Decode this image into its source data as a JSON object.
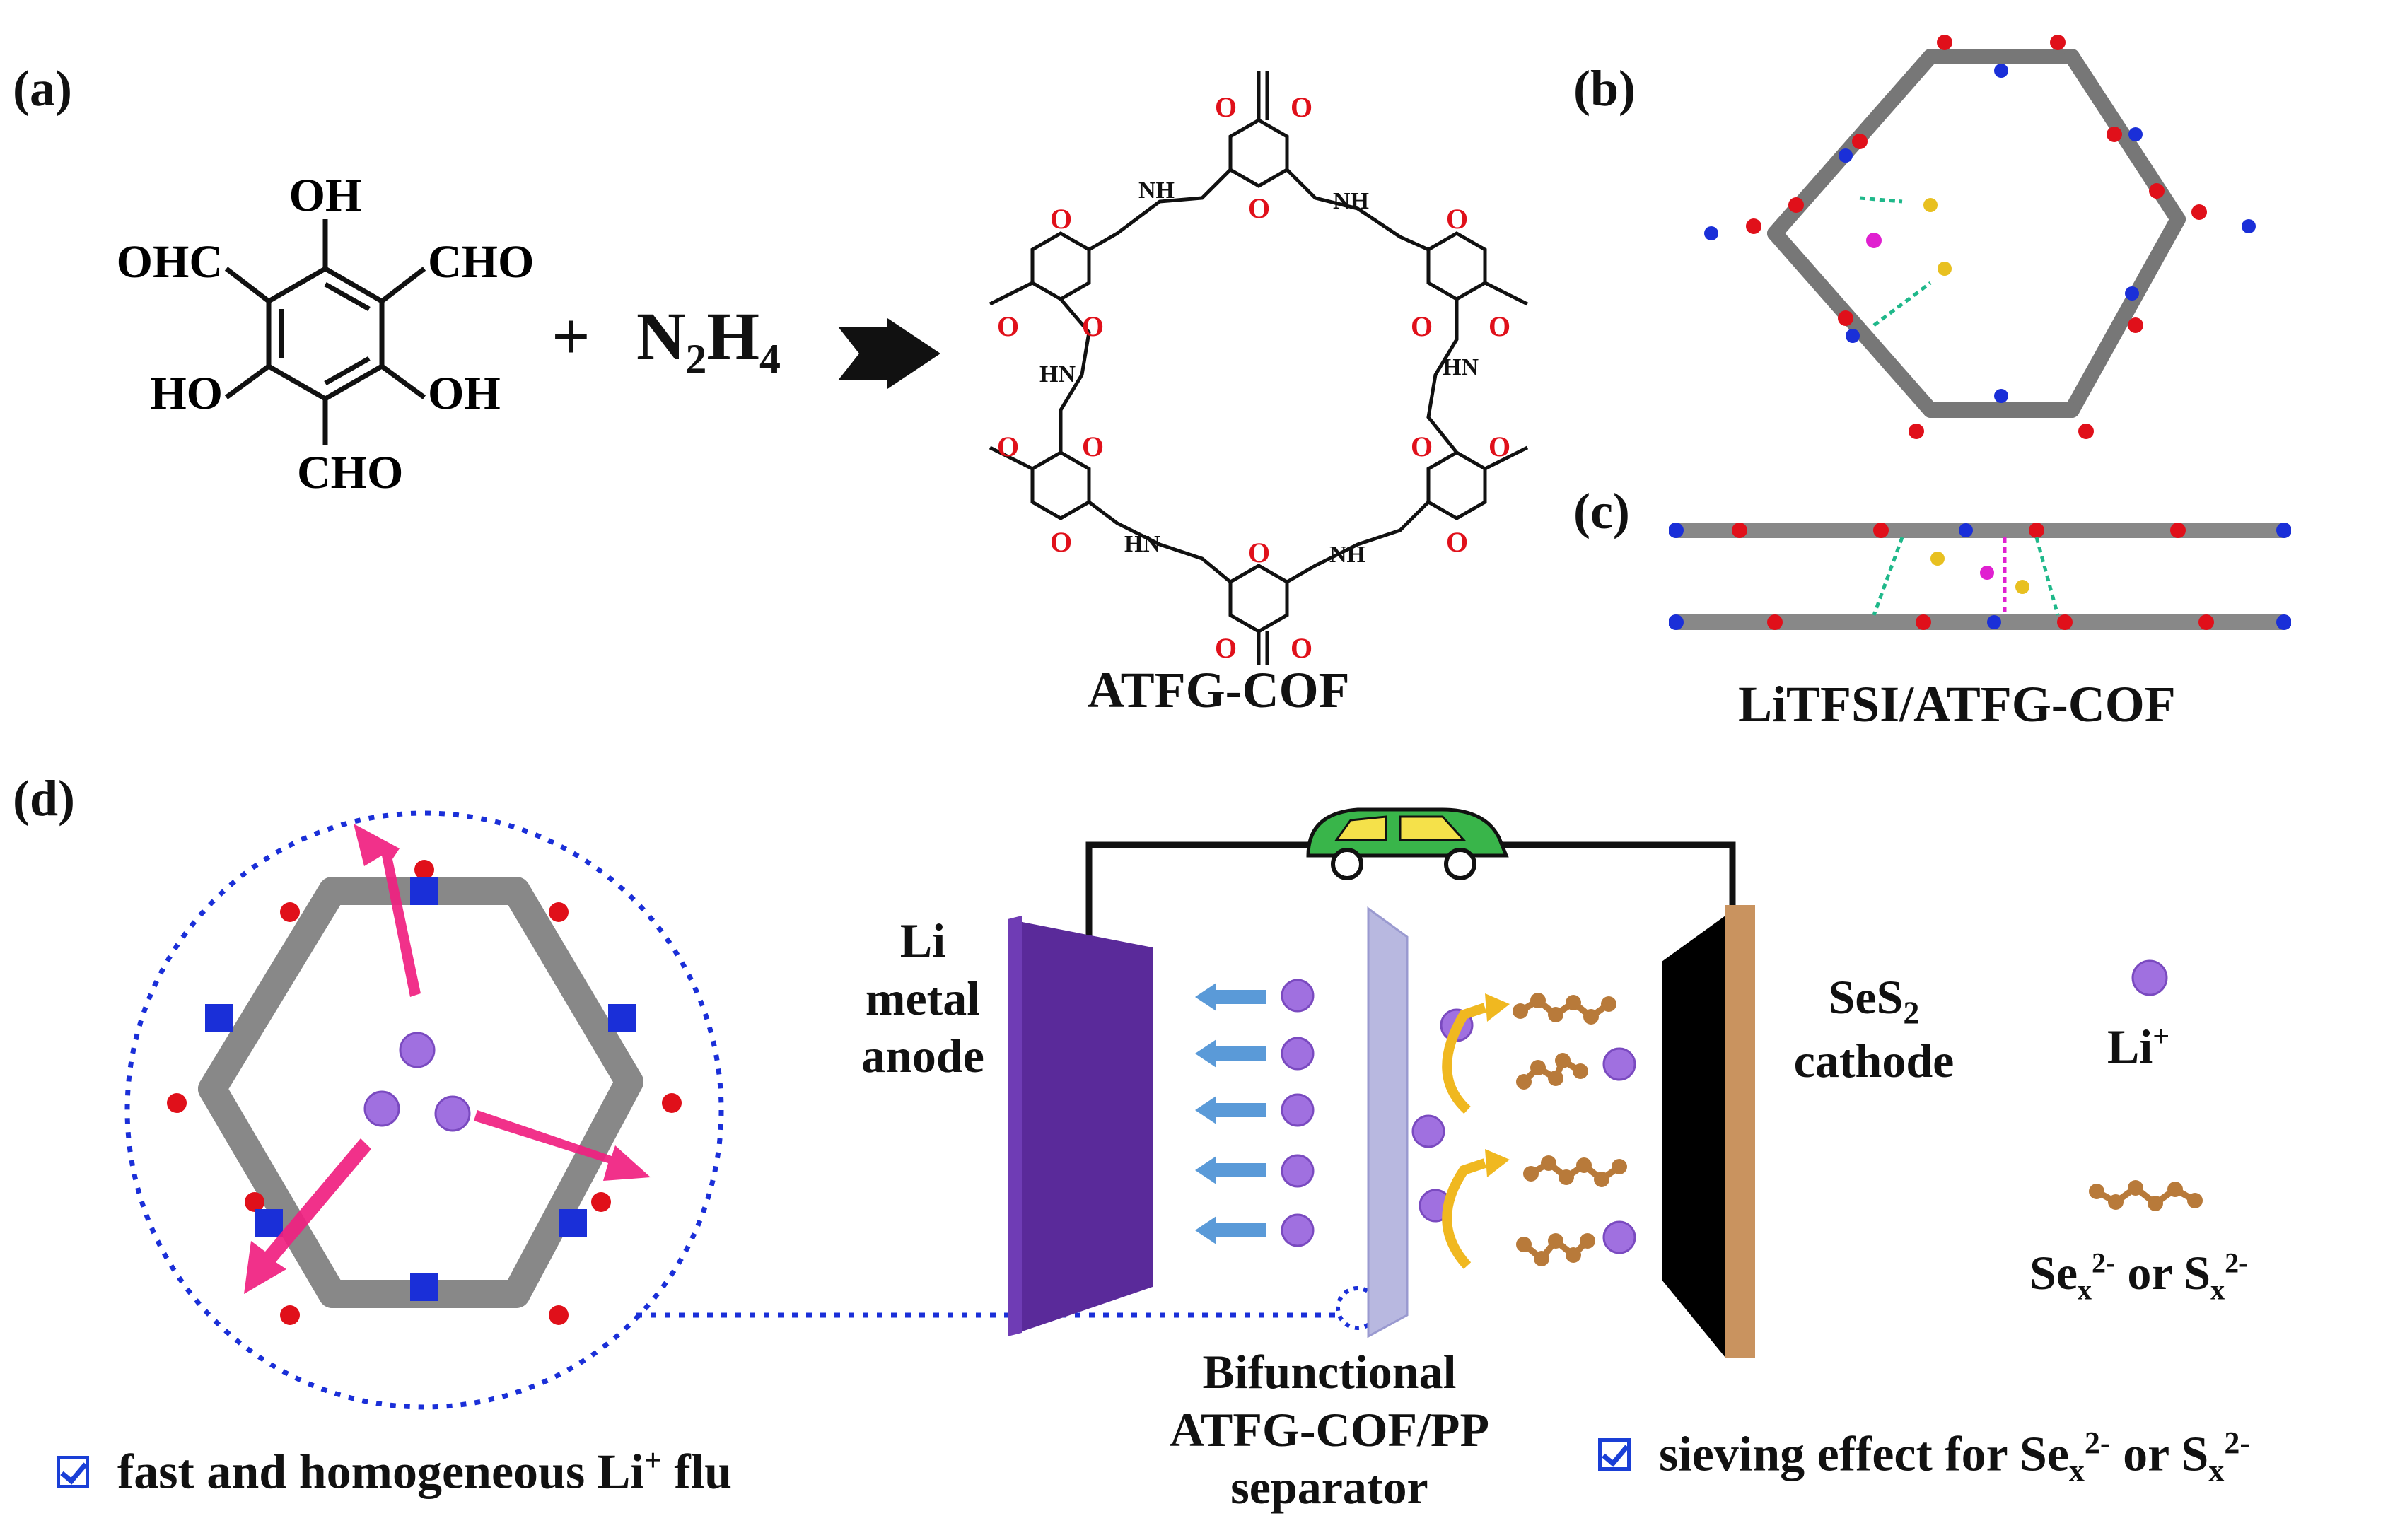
{
  "panels": {
    "a": "(a)",
    "b": "(b)",
    "c": "(c)",
    "d": "(d)"
  },
  "reactant": {
    "oh_top": "OH",
    "cho_left": "OHC",
    "cho_right": "CHO",
    "ho_left": "HO",
    "oh_right": "OH",
    "cho_bottom": "CHO"
  },
  "reaction": {
    "plus": "+",
    "n2h4_main": "N",
    "n2h4_sub1": "2",
    "n2h4_h": "H",
    "n2h4_sub2": "4"
  },
  "cof_name": "ATFG-COF",
  "cof_atoms": {
    "O": "O",
    "N": "N",
    "H": "H",
    "HN": "HN",
    "NH": "NH"
  },
  "complex_label": "LiTFSI/ATFG-COF",
  "battery": {
    "anode": "Li\nmetal\nanode",
    "cathode_line1": "SeS",
    "cathode_sub": "2",
    "cathode_line2": "cathode",
    "separator": "Bifunctional\nATFG-COF/PP\nseparator"
  },
  "legend": {
    "li_label": "Li",
    "li_sup": "+",
    "poly_label": "Se",
    "poly_sub1": "x",
    "poly_sup1": "2-",
    "poly_or": " or S",
    "poly_sub2": "x",
    "poly_sup2": "2-"
  },
  "features": {
    "left_text": "fast and homogeneous Li",
    "left_sup": "+",
    "left_tail": " flu",
    "right_text": "sieving effect for Se",
    "right_sub1": "x",
    "right_sup1": "2-",
    "right_or": " or S",
    "right_sub2": "x",
    "right_sup2": "2-"
  },
  "colors": {
    "oxygen": "#e0101a",
    "nitrogen": "#1a2fd8",
    "carbon": "#8a8a8a",
    "lithium": "#a070e0",
    "anode": "#5a2a9a",
    "separator": "#b8b8e0",
    "cathode_body": "#000000",
    "cathode_edge": "#c9935f",
    "polysulfide": "#b87a3a",
    "ion_arrow": "#5a9ad8",
    "yellow_arrow": "#f0b820",
    "flux_arrow": "#f02080",
    "check": "#1a3fd6"
  }
}
